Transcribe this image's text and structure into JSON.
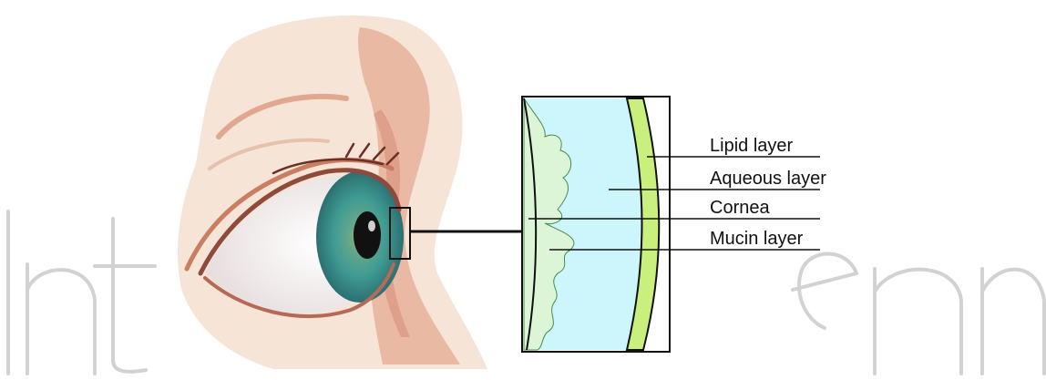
{
  "diagram": {
    "labels": {
      "lipid": "Lipid layer",
      "aqueous": "Aqueous layer",
      "cornea": "Cornea",
      "mucin": "Mucin layer"
    },
    "colors": {
      "skin_light": "#f6e4d6",
      "skin_mid": "#eab9a3",
      "skin_dark": "#d48a78",
      "iris_teal": "#3f9b93",
      "pupil": "#111111",
      "aqueous_fill": "#ccf6fb",
      "cornea_fill": "#dcf5d6",
      "lipid_fill": "#c9f07c",
      "watermark": "#d2d2d2"
    }
  }
}
